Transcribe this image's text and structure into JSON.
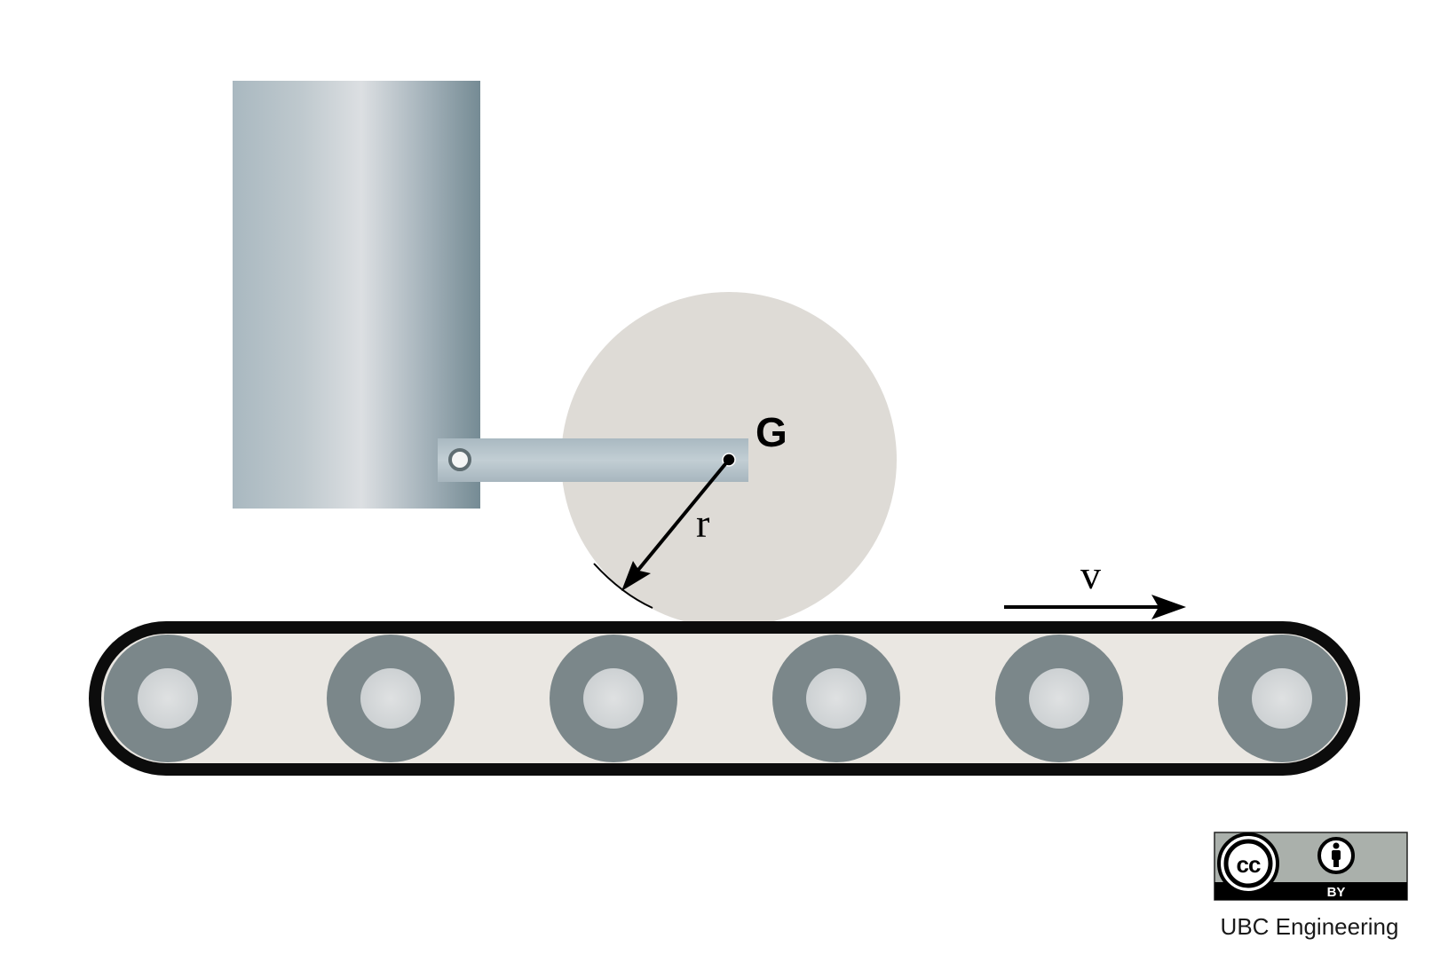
{
  "diagram": {
    "labels": {
      "center_point": "G",
      "radius": "r",
      "velocity": "v"
    },
    "colors": {
      "wall_gradient": [
        "#a9b8c0",
        "#bcc6cc",
        "#dcdfe2",
        "#a4b2ba",
        "#7a8f98"
      ],
      "arm": "#b3c2ca",
      "disk": "#dedbd6",
      "belt_outline": "#0c0c0c",
      "belt_fill": "#eae7e2",
      "roller_outer": "#7b878a",
      "roller_inner": "#d3d6d8",
      "arrow": "#000000"
    },
    "roller_count": 6
  },
  "license": {
    "badge_cc": "cc",
    "badge_by": "BY",
    "attribution": "UBC Engineering",
    "icons": [
      "cc-icon",
      "person-icon"
    ],
    "colors": {
      "badge_bg": "#aab0ab",
      "badge_bar": "#000000"
    }
  }
}
